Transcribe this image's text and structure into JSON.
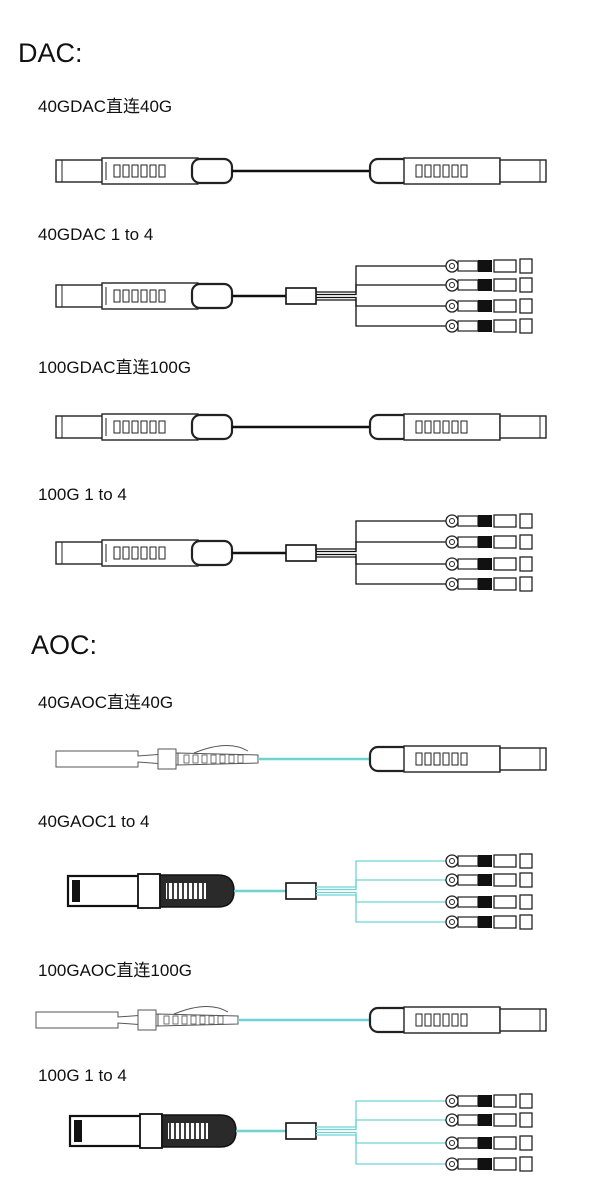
{
  "sections": [
    {
      "heading": "DAC:",
      "items": [
        {
          "label": "40GDAC直连40G",
          "kind": "straight",
          "cable": "dac"
        },
        {
          "label": "40GDAC 1 to 4",
          "kind": "breakout",
          "cable": "dac"
        },
        {
          "label": "100GDAC直连100G",
          "kind": "straight",
          "cable": "dac"
        },
        {
          "label": "100G 1 to 4",
          "kind": "breakout",
          "cable": "dac"
        }
      ]
    },
    {
      "heading": "AOC:",
      "items": [
        {
          "label": "40GAOC直连40G",
          "kind": "straight",
          "cable": "aoc"
        },
        {
          "label": "40GAOC1 to 4",
          "kind": "breakout",
          "cable": "aoc"
        },
        {
          "label": "100GAOC直连100G",
          "kind": "straight",
          "cable": "aoc"
        },
        {
          "label": "100G 1 to 4",
          "kind": "breakout",
          "cable": "aoc"
        }
      ]
    }
  ],
  "colors": {
    "dac_cable": "#111111",
    "aoc_cable": "#6fd3d3",
    "outline": "#222222"
  }
}
